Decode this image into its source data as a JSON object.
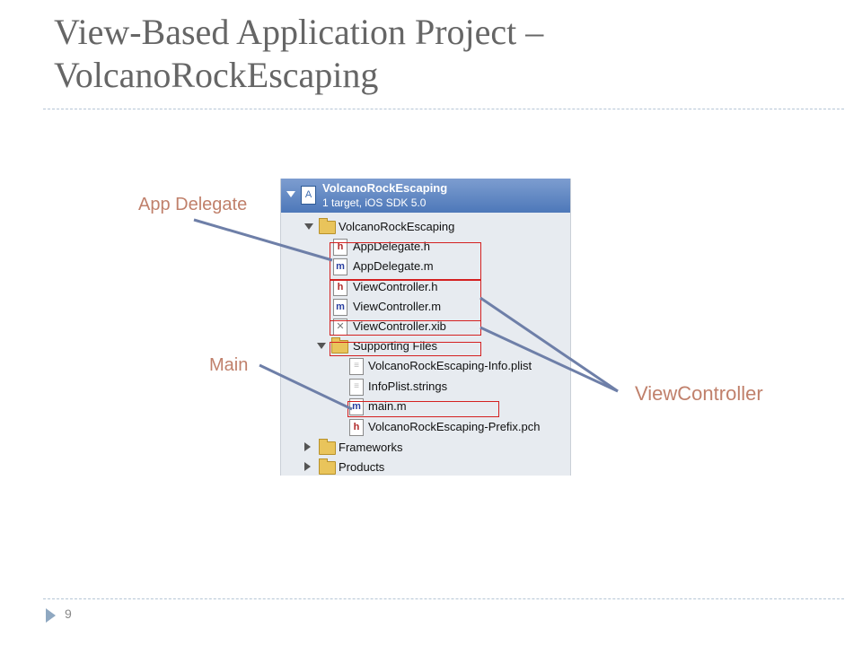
{
  "slide": {
    "title_line1": "View-Based Application Project –",
    "title_line2": "VolcanoRockEscaping",
    "page_number": "9"
  },
  "labels": {
    "app_delegate": "App Delegate",
    "main": "Main",
    "view_controller": "ViewController"
  },
  "navigator": {
    "project_name": "VolcanoRockEscaping",
    "project_subtitle": "1 target, iOS SDK 5.0",
    "items": [
      {
        "label": "VolcanoRockEscaping",
        "icon": "folder-icon"
      },
      {
        "label": "AppDelegate.h",
        "icon": "header-file-icon"
      },
      {
        "label": "AppDelegate.m",
        "icon": "implementation-file-icon"
      },
      {
        "label": "ViewController.h",
        "icon": "header-file-icon"
      },
      {
        "label": "ViewController.m",
        "icon": "implementation-file-icon"
      },
      {
        "label": "ViewController.xib",
        "icon": "xib-file-icon"
      },
      {
        "label": "Supporting Files",
        "icon": "folder-icon"
      },
      {
        "label": "VolcanoRockEscaping-Info.plist",
        "icon": "plist-file-icon"
      },
      {
        "label": "InfoPlist.strings",
        "icon": "strings-file-icon"
      },
      {
        "label": "main.m",
        "icon": "implementation-file-icon"
      },
      {
        "label": "VolcanoRockEscaping-Prefix.pch",
        "icon": "header-file-icon"
      },
      {
        "label": "Frameworks",
        "icon": "folder-icon"
      },
      {
        "label": "Products",
        "icon": "folder-icon"
      }
    ],
    "icon_letters": {
      "header": "h",
      "implementation": "m",
      "xib": "✕",
      "plist": "≡",
      "strings": "≡",
      "project": "A"
    }
  },
  "colors": {
    "title": "#666666",
    "callout_label": "#c0806b",
    "connector": "#6e7fa8",
    "highlight_box": "#d42020",
    "selection": "#4d78b9"
  }
}
